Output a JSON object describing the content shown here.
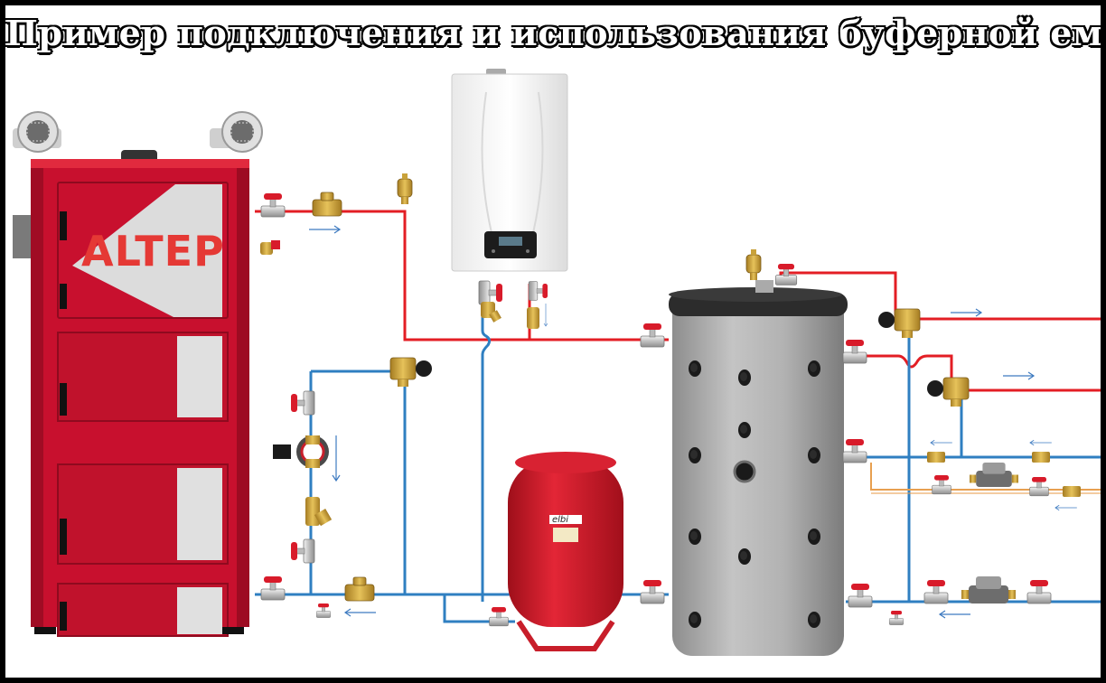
{
  "title": "Пример подключения и использования буферной емкости",
  "boiler": {
    "brand": "ALTEP"
  },
  "expansion_tank": {
    "brand": "elbi"
  },
  "colors": {
    "hot_pipe": "#e31e24",
    "cold_pipe": "#2f7fc1",
    "secondary_pipe": "#e8a050",
    "boiler_body": "#c8102e",
    "tank_body": "#a8a8a8",
    "brass": "#c9a23a",
    "valve_handle": "#d81b2a"
  },
  "icons": [
    "flow-arrow-icon",
    "ball-valve-icon",
    "check-valve-icon",
    "air-vent-icon",
    "three-way-valve-icon",
    "circulation-pump-icon",
    "filter-icon",
    "safety-valve-icon"
  ]
}
